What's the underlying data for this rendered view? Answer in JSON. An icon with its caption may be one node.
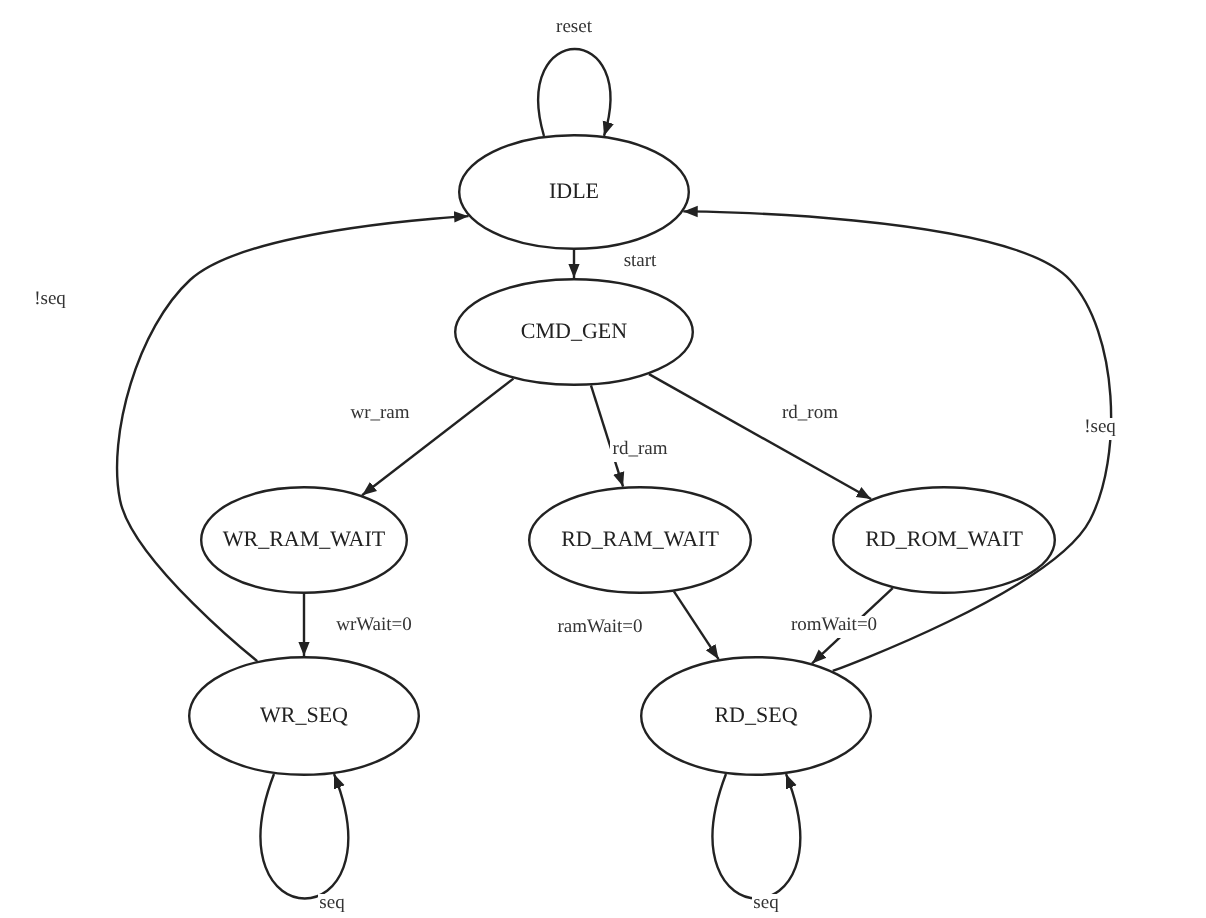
{
  "diagram": {
    "nodes": [
      {
        "text": [
          "IDLE"
        ]
      },
      {
        "text": [
          "CMD_GEN"
        ]
      },
      {
        "text": [
          "WR_RAM_WAIT"
        ]
      },
      {
        "text": [
          "RD_RAM_WAIT"
        ]
      },
      {
        "text": [
          "RD_ROM_WAIT"
        ]
      },
      {
        "text": [
          "WR_SEQ"
        ]
      },
      {
        "text": [
          "RD_SEQ"
        ]
      }
    ],
    "edges": [
      {
        "from": 0,
        "to": 0,
        "arrow": "to",
        "label": "reset"
      },
      {
        "from": 0,
        "to": 1,
        "arrow": "to",
        "label": "start"
      },
      {
        "from": 1,
        "to": 2,
        "arrow": "to",
        "label": "wr_ram"
      },
      {
        "from": 1,
        "to": 3,
        "arrow": "to",
        "label": "rd_ram"
      },
      {
        "from": 1,
        "to": 4,
        "arrow": "to",
        "label": "rd_rom"
      },
      {
        "from": 2,
        "to": 5,
        "arrow": "to",
        "label": "wrWait=0"
      },
      {
        "from": 3,
        "to": 6,
        "arrow": "to",
        "label": "ramWait=0"
      },
      {
        "from": 4,
        "to": 6,
        "arrow": "to",
        "label": "romWait=0"
      },
      {
        "from": 5,
        "to": 0,
        "arrow": "to",
        "label": "!seq"
      },
      {
        "from": 6,
        "to": 0,
        "arrow": "to",
        "label": "!seq"
      },
      {
        "from": 5,
        "to": 5,
        "arrow": "to",
        "label": "seq"
      },
      {
        "from": 6,
        "to": 6,
        "arrow": "to",
        "label": "seq"
      }
    ]
  }
}
